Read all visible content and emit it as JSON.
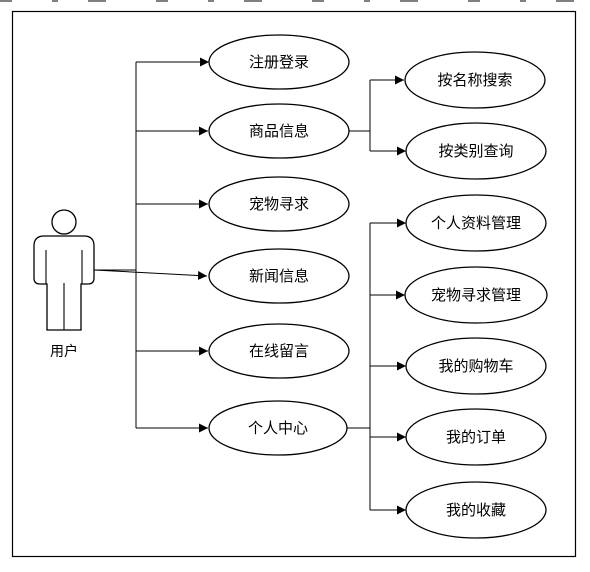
{
  "diagram": {
    "actor": {
      "label": "用户"
    },
    "use_cases": {
      "register_login": "注册登录",
      "product_info": "商品信息",
      "pet_search": "宠物寻求",
      "news_info": "新闻信息",
      "online_message": "在线留言",
      "personal_center": "个人中心"
    },
    "product_info_children": {
      "search_by_name": "按名称搜索",
      "query_by_category": "按类别查询"
    },
    "personal_center_children": {
      "profile_management": "个人资料管理",
      "pet_search_management": "宠物寻求管理",
      "my_cart": "我的购物车",
      "my_orders": "我的订单",
      "my_favorites": "我的收藏"
    }
  }
}
